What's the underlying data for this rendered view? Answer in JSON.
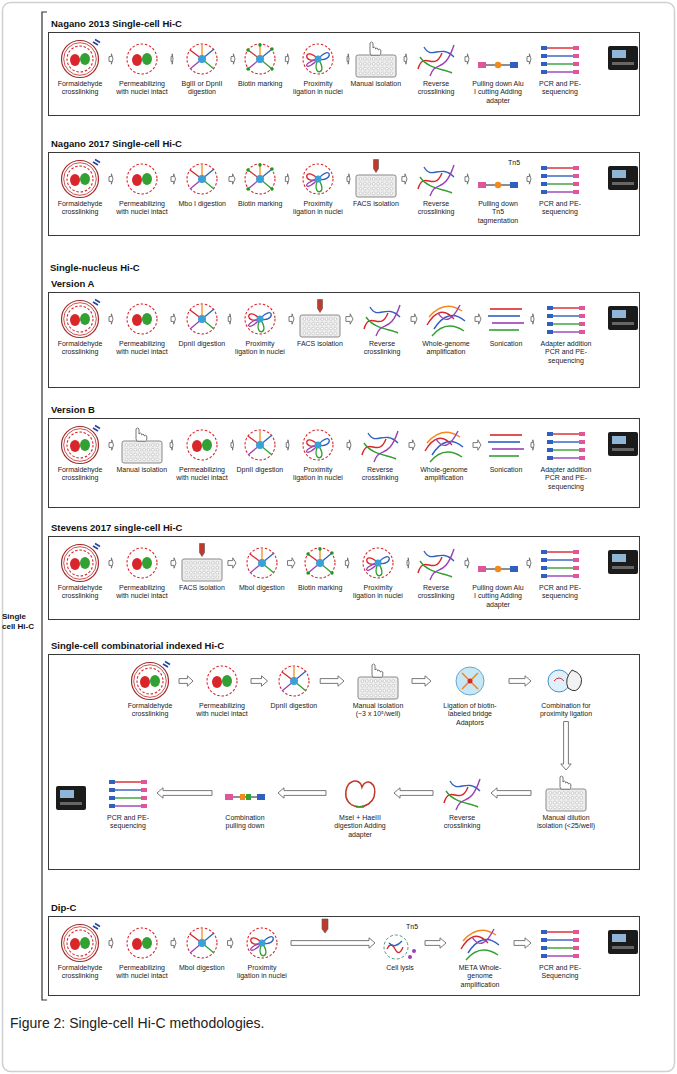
{
  "diagram": {
    "caption": "Figure 2: Single-cell Hi-C methodologies.",
    "nodes": [
      {
        "text": [
          "Nagano 2013 Single-cell Hi-C"
        ]
      },
      {
        "text": [
          "Formaldehyde crosslinking"
        ],
        "in": 0
      },
      {
        "text": [
          "Permeabilizing with nuclei intact"
        ],
        "in": 0
      },
      {
        "text": [
          "BglII or DpnII digestion"
        ],
        "in": 0
      },
      {
        "text": [
          "Biotin marking"
        ],
        "in": 0
      },
      {
        "text": [
          "Proximity ligation in nuclei"
        ],
        "in": 0
      },
      {
        "text": [
          "Manual isolation"
        ],
        "in": 0
      },
      {
        "text": [
          "Reverse crosslinking"
        ],
        "in": 0
      },
      {
        "text": [
          "Pulling down Alu I cutting Adding adapter"
        ],
        "in": 0
      },
      {
        "text": [
          "PCR and PE-sequencing"
        ],
        "in": 0
      },
      {
        "text": [
          "Nagano 2017 Single-cell Hi-C"
        ]
      },
      {
        "text": [
          "Formaldehyde crosslinking"
        ],
        "in": 10
      },
      {
        "text": [
          "Permeabilizing with nuclei intact"
        ],
        "in": 10
      },
      {
        "text": [
          "Mbo I digestion"
        ],
        "in": 10
      },
      {
        "text": [
          "Biotin marking"
        ],
        "in": 10
      },
      {
        "text": [
          "Proximity ligation in nuclei"
        ],
        "in": 10
      },
      {
        "text": [
          "FACS isolation"
        ],
        "in": 10
      },
      {
        "text": [
          "Reverse crosslinking"
        ],
        "in": 10
      },
      {
        "text": [
          "Pulling down Tn5 tagmentation"
        ],
        "in": 10
      },
      {
        "text": [
          "PCR and PE-sequencing"
        ],
        "in": 10
      },
      {
        "text": [
          "Version A"
        ]
      },
      {
        "text": [
          "Formaldehyde crosslinking"
        ],
        "in": 20
      },
      {
        "text": [
          "Permeabilizing with nuclei intact"
        ],
        "in": 20
      },
      {
        "text": [
          "DpnII digestion"
        ],
        "in": 20
      },
      {
        "text": [
          "Proximity ligation in nuclei"
        ],
        "in": 20
      },
      {
        "text": [
          "FACS isolation"
        ],
        "in": 20
      },
      {
        "text": [
          "Reverse crosslinking"
        ],
        "in": 20
      },
      {
        "text": [
          "Whole-genome amplification"
        ],
        "in": 20
      },
      {
        "text": [
          "Sonication"
        ],
        "in": 20
      },
      {
        "text": [
          "Adapter addition PCR and PE-sequencing"
        ],
        "in": 20
      },
      {
        "text": [
          "Version B"
        ]
      },
      {
        "text": [
          "Formaldehyde crosslinking"
        ],
        "in": 30
      },
      {
        "text": [
          "Manual isolation"
        ],
        "in": 30
      },
      {
        "text": [
          "Permeabilizing with nuclei intact"
        ],
        "in": 30
      },
      {
        "text": [
          "DpnII digestion"
        ],
        "in": 30
      },
      {
        "text": [
          "Proximity ligation in nuclei"
        ],
        "in": 30
      },
      {
        "text": [
          "Reverse crosslinking"
        ],
        "in": 30
      },
      {
        "text": [
          "Whole-genome amplification"
        ],
        "in": 30
      },
      {
        "text": [
          "Sonication"
        ],
        "in": 30
      },
      {
        "text": [
          "Adapter addition PCR and PE-sequencing"
        ],
        "in": 30
      },
      {
        "text": [
          "Stevens 2017 single-cell Hi-C"
        ]
      },
      {
        "text": [
          "Formaldehyde crosslinking"
        ],
        "in": 40
      },
      {
        "text": [
          "Permeabilizing with nuclei intact"
        ],
        "in": 40
      },
      {
        "text": [
          "FACS isolation"
        ],
        "in": 40
      },
      {
        "text": [
          "MboI digestion"
        ],
        "in": 40
      },
      {
        "text": [
          "Biotin marking"
        ],
        "in": 40
      },
      {
        "text": [
          "Proximity ligation in nuclei"
        ],
        "in": 40
      },
      {
        "text": [
          "Reverse crosslinking"
        ],
        "in": 40
      },
      {
        "text": [
          "Pulling down Alu I cutting Adding adapter"
        ],
        "in": 40
      },
      {
        "text": [
          "PCR and PE-sequencing"
        ],
        "in": 40
      },
      {
        "text": [
          "Single-cell combinatorial indexed Hi-C"
        ]
      },
      {
        "text": [
          "Formaldehyde crosslinking"
        ],
        "in": 50
      },
      {
        "text": [
          "Permeabilizing with nuclei intact"
        ],
        "in": 50
      },
      {
        "text": [
          "DpnII digestion"
        ],
        "in": 50
      },
      {
        "text": [
          "Manual isolation (~3 x 10⁵/well)"
        ],
        "in": 50
      },
      {
        "text": [
          "Ligation of biotin-labeled bridge Adaptors"
        ],
        "in": 50
      },
      {
        "text": [
          "Combination for proximity ligation"
        ],
        "in": 50
      },
      {
        "text": [
          "Manual dilution isolation (<25/well)"
        ],
        "in": 50
      },
      {
        "text": [
          "Reverse crosslinking"
        ],
        "in": 50
      },
      {
        "text": [
          "MseI + HaeIII digestion Adding adapter"
        ],
        "in": 50
      },
      {
        "text": [
          "Combination pulling down"
        ],
        "in": 50
      },
      {
        "text": [
          "PCR and PE-sequencing"
        ],
        "in": 50
      },
      {
        "text": [
          "Dip-C"
        ]
      },
      {
        "text": [
          "Formaldehyde crosslinking"
        ],
        "in": 62
      },
      {
        "text": [
          "Permeabilizing with nuclei intact"
        ],
        "in": 62
      },
      {
        "text": [
          "MboI digestion"
        ],
        "in": 62
      },
      {
        "text": [
          "Proximity ligation in nuclei"
        ],
        "in": 62
      },
      {
        "text": [
          "Cell lysis"
        ],
        "in": 62
      },
      {
        "text": [
          "META Whole-genome amplification"
        ],
        "in": 62
      },
      {
        "text": [
          "PCR and PE-Sequencing"
        ],
        "in": 62
      }
    ],
    "edges": [
      {
        "from": 1,
        "to": 2,
        "arrow": "to"
      },
      {
        "from": 2,
        "to": 3,
        "arrow": "to"
      },
      {
        "from": 3,
        "to": 4,
        "arrow": "to"
      },
      {
        "from": 4,
        "to": 5,
        "arrow": "to"
      },
      {
        "from": 5,
        "to": 6,
        "arrow": "to"
      },
      {
        "from": 6,
        "to": 7,
        "arrow": "to"
      },
      {
        "from": 7,
        "to": 8,
        "arrow": "to"
      },
      {
        "from": 8,
        "to": 9,
        "arrow": "to"
      },
      {
        "from": 11,
        "to": 12,
        "arrow": "to"
      },
      {
        "from": 12,
        "to": 13,
        "arrow": "to"
      },
      {
        "from": 13,
        "to": 14,
        "arrow": "to"
      },
      {
        "from": 14,
        "to": 15,
        "arrow": "to"
      },
      {
        "from": 15,
        "to": 16,
        "arrow": "to"
      },
      {
        "from": 16,
        "to": 17,
        "arrow": "to"
      },
      {
        "from": 17,
        "to": 18,
        "arrow": "to"
      },
      {
        "from": 18,
        "to": 19,
        "arrow": "to"
      },
      {
        "from": 21,
        "to": 22,
        "arrow": "to"
      },
      {
        "from": 22,
        "to": 23,
        "arrow": "to"
      },
      {
        "from": 23,
        "to": 24,
        "arrow": "to"
      },
      {
        "from": 24,
        "to": 25,
        "arrow": "to"
      },
      {
        "from": 25,
        "to": 26,
        "arrow": "to"
      },
      {
        "from": 26,
        "to": 27,
        "arrow": "to"
      },
      {
        "from": 27,
        "to": 28,
        "arrow": "to"
      },
      {
        "from": 28,
        "to": 29,
        "arrow": "to"
      },
      {
        "from": 31,
        "to": 32,
        "arrow": "to"
      },
      {
        "from": 32,
        "to": 33,
        "arrow": "to"
      },
      {
        "from": 33,
        "to": 34,
        "arrow": "to"
      },
      {
        "from": 34,
        "to": 35,
        "arrow": "to"
      },
      {
        "from": 35,
        "to": 36,
        "arrow": "to"
      },
      {
        "from": 36,
        "to": 37,
        "arrow": "to"
      },
      {
        "from": 37,
        "to": 38,
        "arrow": "to"
      },
      {
        "from": 38,
        "to": 39,
        "arrow": "to"
      },
      {
        "from": 41,
        "to": 42,
        "arrow": "to"
      },
      {
        "from": 42,
        "to": 43,
        "arrow": "to"
      },
      {
        "from": 43,
        "to": 44,
        "arrow": "to"
      },
      {
        "from": 44,
        "to": 45,
        "arrow": "to"
      },
      {
        "from": 45,
        "to": 46,
        "arrow": "to"
      },
      {
        "from": 46,
        "to": 47,
        "arrow": "to"
      },
      {
        "from": 47,
        "to": 48,
        "arrow": "to"
      },
      {
        "from": 48,
        "to": 49,
        "arrow": "to"
      },
      {
        "from": 51,
        "to": 52,
        "arrow": "to"
      },
      {
        "from": 52,
        "to": 53,
        "arrow": "to"
      },
      {
        "from": 53,
        "to": 54,
        "arrow": "to"
      },
      {
        "from": 54,
        "to": 55,
        "arrow": "to"
      },
      {
        "from": 55,
        "to": 56,
        "arrow": "to"
      },
      {
        "from": 56,
        "to": 57,
        "arrow": "to"
      },
      {
        "from": 57,
        "to": 58,
        "arrow": "to"
      },
      {
        "from": 58,
        "to": 59,
        "arrow": "to"
      },
      {
        "from": 59,
        "to": 60,
        "arrow": "to"
      },
      {
        "from": 60,
        "to": 61,
        "arrow": "to"
      },
      {
        "from": 63,
        "to": 64,
        "arrow": "to"
      },
      {
        "from": 64,
        "to": 65,
        "arrow": "to"
      },
      {
        "from": 65,
        "to": 66,
        "arrow": "to"
      },
      {
        "from": 66,
        "to": 67,
        "arrow": "to"
      },
      {
        "from": 67,
        "to": 68,
        "arrow": "to"
      },
      {
        "from": 68,
        "to": 69,
        "arrow": "to"
      }
    ],
    "labels": [
      "Single cell Hi-C",
      "Tn5",
      "Single-nucleus Hi-C",
      "Tn5"
    ]
  }
}
